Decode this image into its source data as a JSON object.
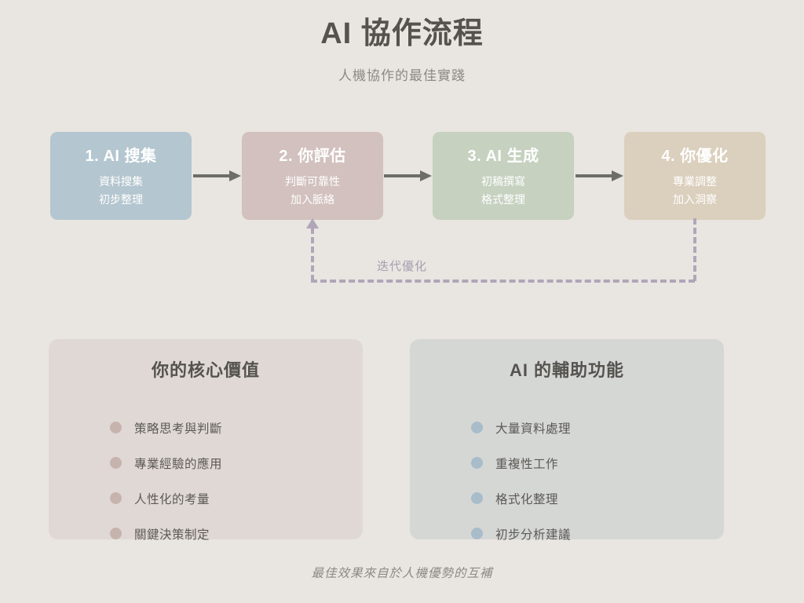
{
  "header": {
    "title": "AI 協作流程",
    "subtitle": "人機協作的最佳實踐"
  },
  "flow": {
    "steps": [
      {
        "title": "1. AI 搜集",
        "line1": "資料搜集",
        "line2": "初步整理",
        "color": "#b4c6cf"
      },
      {
        "title": "2. 你評估",
        "line1": "判斷可靠性",
        "line2": "加入脈絡",
        "color": "#d2c1be"
      },
      {
        "title": "3. AI 生成",
        "line1": "初稿撰寫",
        "line2": "格式整理",
        "color": "#c6d1c0"
      },
      {
        "title": "4. 你優化",
        "line1": "專業調整",
        "line2": "加入洞察",
        "color": "#dbcfbd"
      }
    ],
    "feedback_label": "迭代優化",
    "feedback_color": "#b0a6b8",
    "arrow_color": "#6e6e68"
  },
  "panels": [
    {
      "title": "你的核心價值",
      "background": "#e0d8d4",
      "bullet_color": "#c7b3ae",
      "items": [
        "策略思考與判斷",
        "專業經驗的應用",
        "人性化的考量",
        "關鍵決策制定"
      ]
    },
    {
      "title": "AI 的輔助功能",
      "background": "#d5d7d5",
      "bullet_color": "#a8bcca",
      "items": [
        "大量資料處理",
        "重複性工作",
        "格式化整理",
        "初步分析建議"
      ]
    }
  ],
  "footer": {
    "text": "最佳效果來自於人機優勢的互補"
  },
  "page_background": "#e9e5e1"
}
